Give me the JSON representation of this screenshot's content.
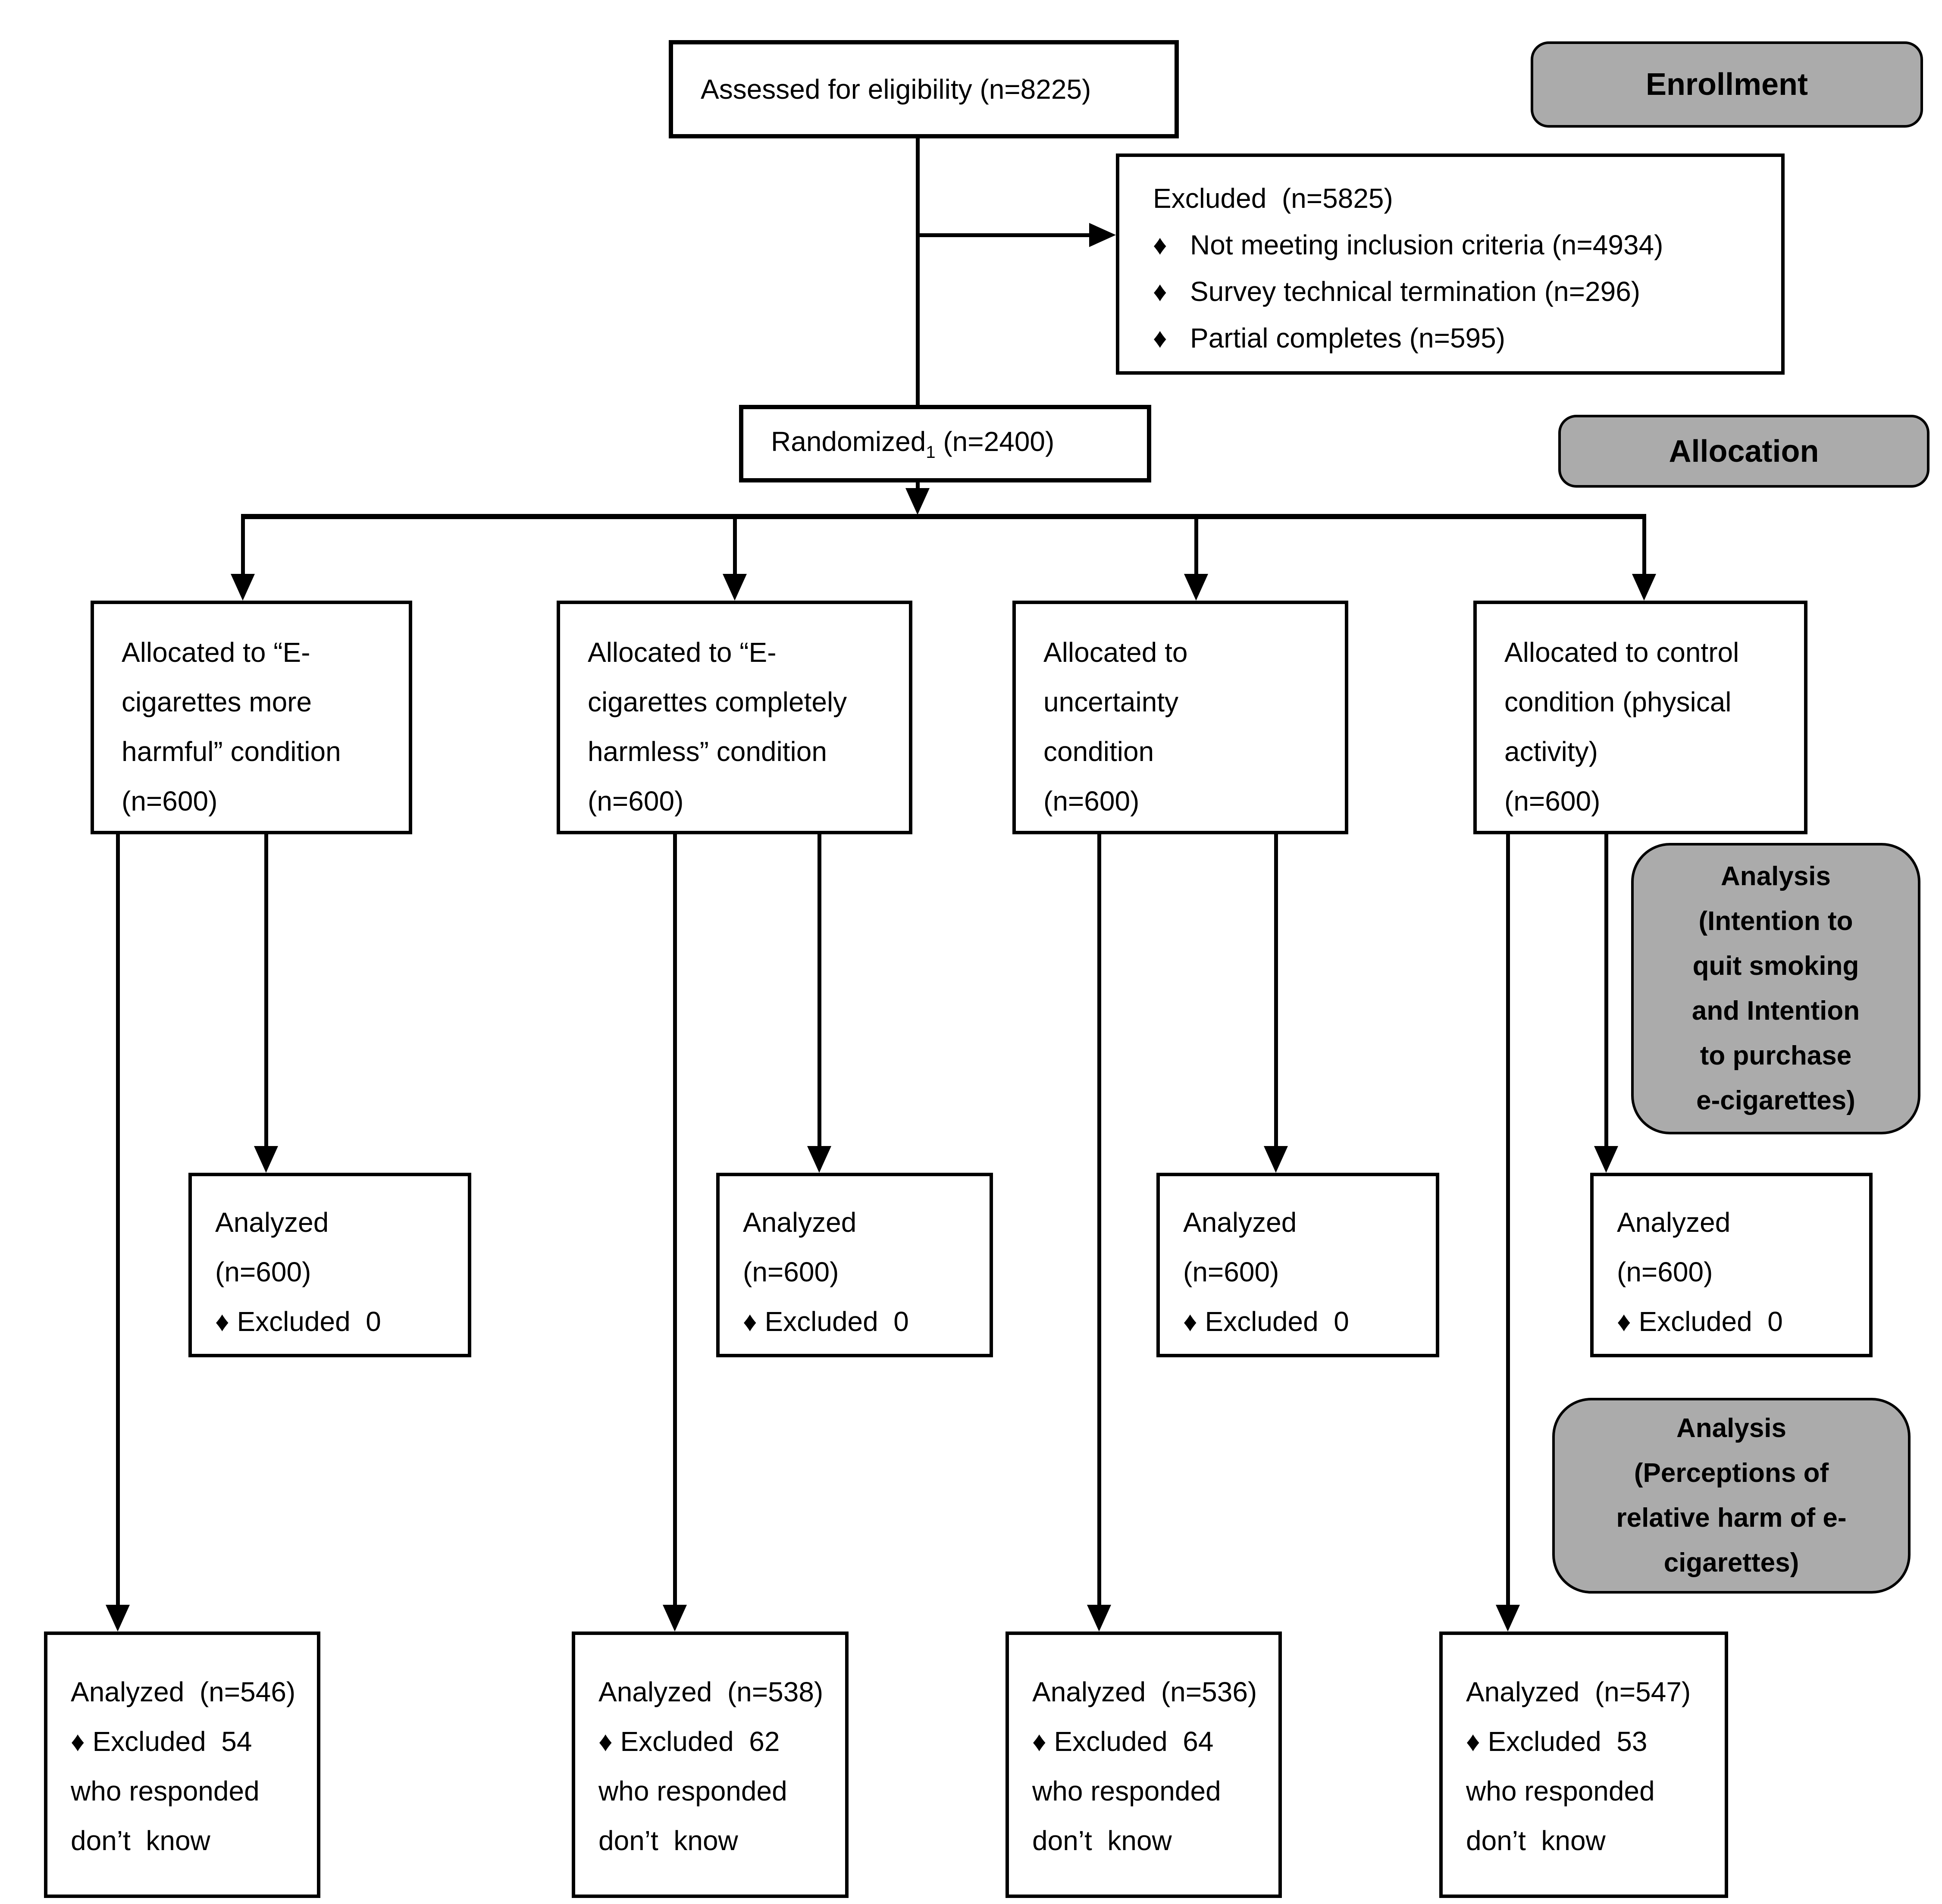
{
  "diagram": {
    "enrollment_label": "Enrollment",
    "allocation_label": "Allocation",
    "assessed": {
      "text": "Assessed for eligibility (n=8225)"
    },
    "excluded": {
      "title": "Excluded  (n=5825)",
      "items": [
        "♦   Not meeting inclusion criteria (n=4934)",
        "♦   Survey technical termination (n=296)",
        "♦   Partial completes (n=595)"
      ]
    },
    "randomized": {
      "word": "Randomized",
      "subscript": "1",
      "count": " (n=2400)"
    },
    "analysis1": {
      "lines": [
        "Analysis",
        "(Intention to",
        "quit smoking",
        "and Intention",
        "to purchase",
        "e-cigarettes)"
      ]
    },
    "analysis2": {
      "lines": [
        "Analysis",
        "(Perceptions of",
        "relative harm of e-",
        "cigarettes)"
      ]
    },
    "alloc": [
      {
        "lines": [
          "Allocated to “E-",
          "cigarettes more",
          "harmful” condition",
          "(n=600)"
        ]
      },
      {
        "lines": [
          "Allocated to “E-",
          "cigarettes completely",
          "harmless” condition",
          "(n=600)"
        ]
      },
      {
        "lines": [
          "Allocated to",
          "uncertainty",
          "condition",
          "(n=600)"
        ]
      },
      {
        "lines": [
          "Allocated to control",
          "condition (physical",
          "activity)",
          "(n=600)"
        ]
      }
    ],
    "analyzed600": [
      {
        "lines": [
          "Analyzed",
          "(n=600)",
          "♦ Excluded  0"
        ]
      },
      {
        "lines": [
          "Analyzed",
          "(n=600)",
          "♦ Excluded  0"
        ]
      },
      {
        "lines": [
          "Analyzed",
          "(n=600)",
          "♦ Excluded  0"
        ]
      },
      {
        "lines": [
          "Analyzed",
          "(n=600)",
          "♦ Excluded  0"
        ]
      }
    ],
    "final": [
      {
        "lines": [
          "Analyzed  (n=546)",
          "♦ Excluded  54",
          "who responded",
          "don’t  know"
        ]
      },
      {
        "lines": [
          "Analyzed  (n=538)",
          "♦ Excluded  62",
          "who responded",
          "don’t  know"
        ]
      },
      {
        "lines": [
          "Analyzed  (n=536)",
          "♦ Excluded  64",
          "who responded",
          "don’t  know"
        ]
      },
      {
        "lines": [
          "Analyzed  (n=547)",
          "♦ Excluded  53",
          "who responded",
          "don’t  know"
        ]
      }
    ],
    "colors": {
      "bubble_gray": "#ABABAB",
      "line": "#000000",
      "box_bg": "#FFFFFF"
    }
  }
}
